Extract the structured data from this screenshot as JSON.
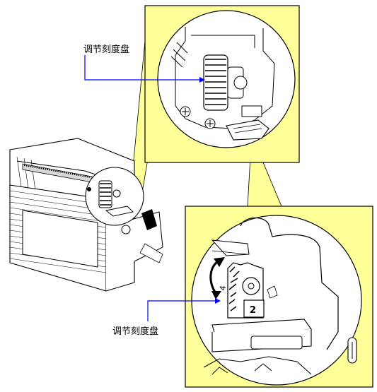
{
  "labels": {
    "dial_top": "调节刻度盘",
    "dial_bottom": "调节刻度盘",
    "dial_number": "2"
  },
  "colors": {
    "highlight_yellow": "#ffff99",
    "callout_blue": "#0000ff",
    "outline": "#000000",
    "background": "#ffffff",
    "machine_shade": "#d9d9d9"
  }
}
